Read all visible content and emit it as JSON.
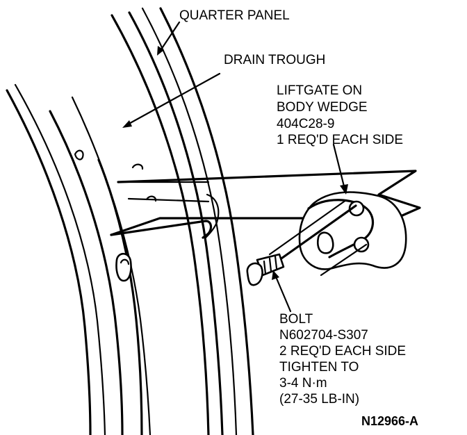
{
  "labels": {
    "quarter_panel": "QUARTER PANEL",
    "drain_trough": "DRAIN TROUGH",
    "wedge": {
      "line1": "LIFTGATE ON",
      "line2": "BODY WEDGE",
      "line3": "404C28-9",
      "line4": "1 REQ'D EACH SIDE"
    },
    "bolt": {
      "line1": "BOLT",
      "line2": "N602704-S307",
      "line3": "2 REQ'D EACH SIDE",
      "line4": "TIGHTEN TO",
      "line5": "3-4 N·m",
      "line6": "(27-35 LB-IN)"
    },
    "figure_id": "N12966-A"
  }
}
